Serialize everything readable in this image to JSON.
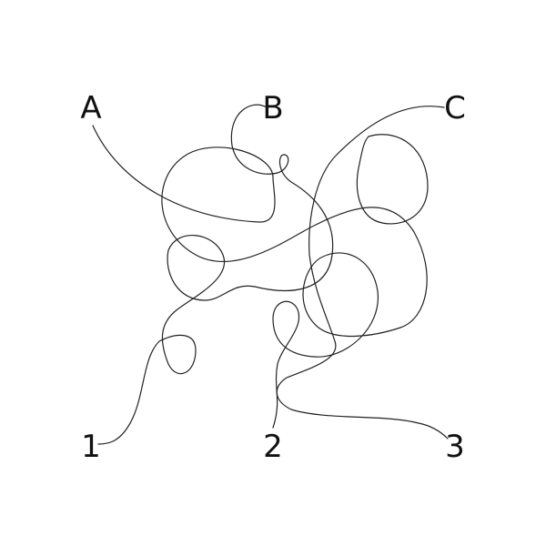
{
  "puzzle": {
    "top_labels": [
      "A",
      "B",
      "C"
    ],
    "bottom_labels": [
      "1",
      "2",
      "3"
    ],
    "line_color": "#222222",
    "label_color": "#111111"
  }
}
